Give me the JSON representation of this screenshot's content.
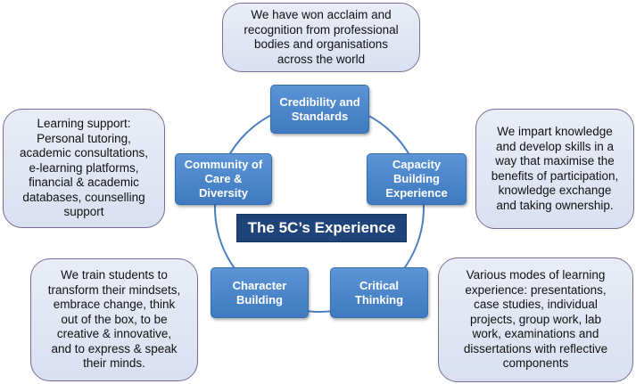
{
  "title": "The 5C’s Experience",
  "nodes": {
    "credibility": "Credibility and\nStandards",
    "capacity": "Capacity\nBuilding\nExperience",
    "critical": "Critical\nThinking",
    "character": "Character\nBuilding",
    "community": "Community of\nCare &\nDiversity"
  },
  "callouts": {
    "credibility": "We have won acclaim and\nrecognition from professional\nbodies and organisations\nacross the world",
    "capacity": "We impart knowledge\nand develop skills in a\nway that maximise the\nbenefits of participation,\nknowledge exchange\nand taking ownership.",
    "critical": "Various modes of learning\nexperience: presentations,\ncase studies, individual\nprojects, group work, lab\nwork, examinations and\ndissertations with reflective\ncomponents",
    "character": "We train students to\ntransform their mindsets,\nembrace change, think\nout of the box, to be\ncreative & innovative,\nand to express & speak\ntheir minds.",
    "community": "Learning support:\nPersonal tutoring,\nacademic consultations,\ne-learning platforms,\nfinancial & academic\ndatabases, counselling\nsupport"
  },
  "colors": {
    "node_fill": "#4a86cc",
    "title_fill": "#1f4479",
    "callout_fill": "#dfe5f3",
    "callout_border": "#7b6a9a",
    "ring": "#4a7fc0"
  }
}
